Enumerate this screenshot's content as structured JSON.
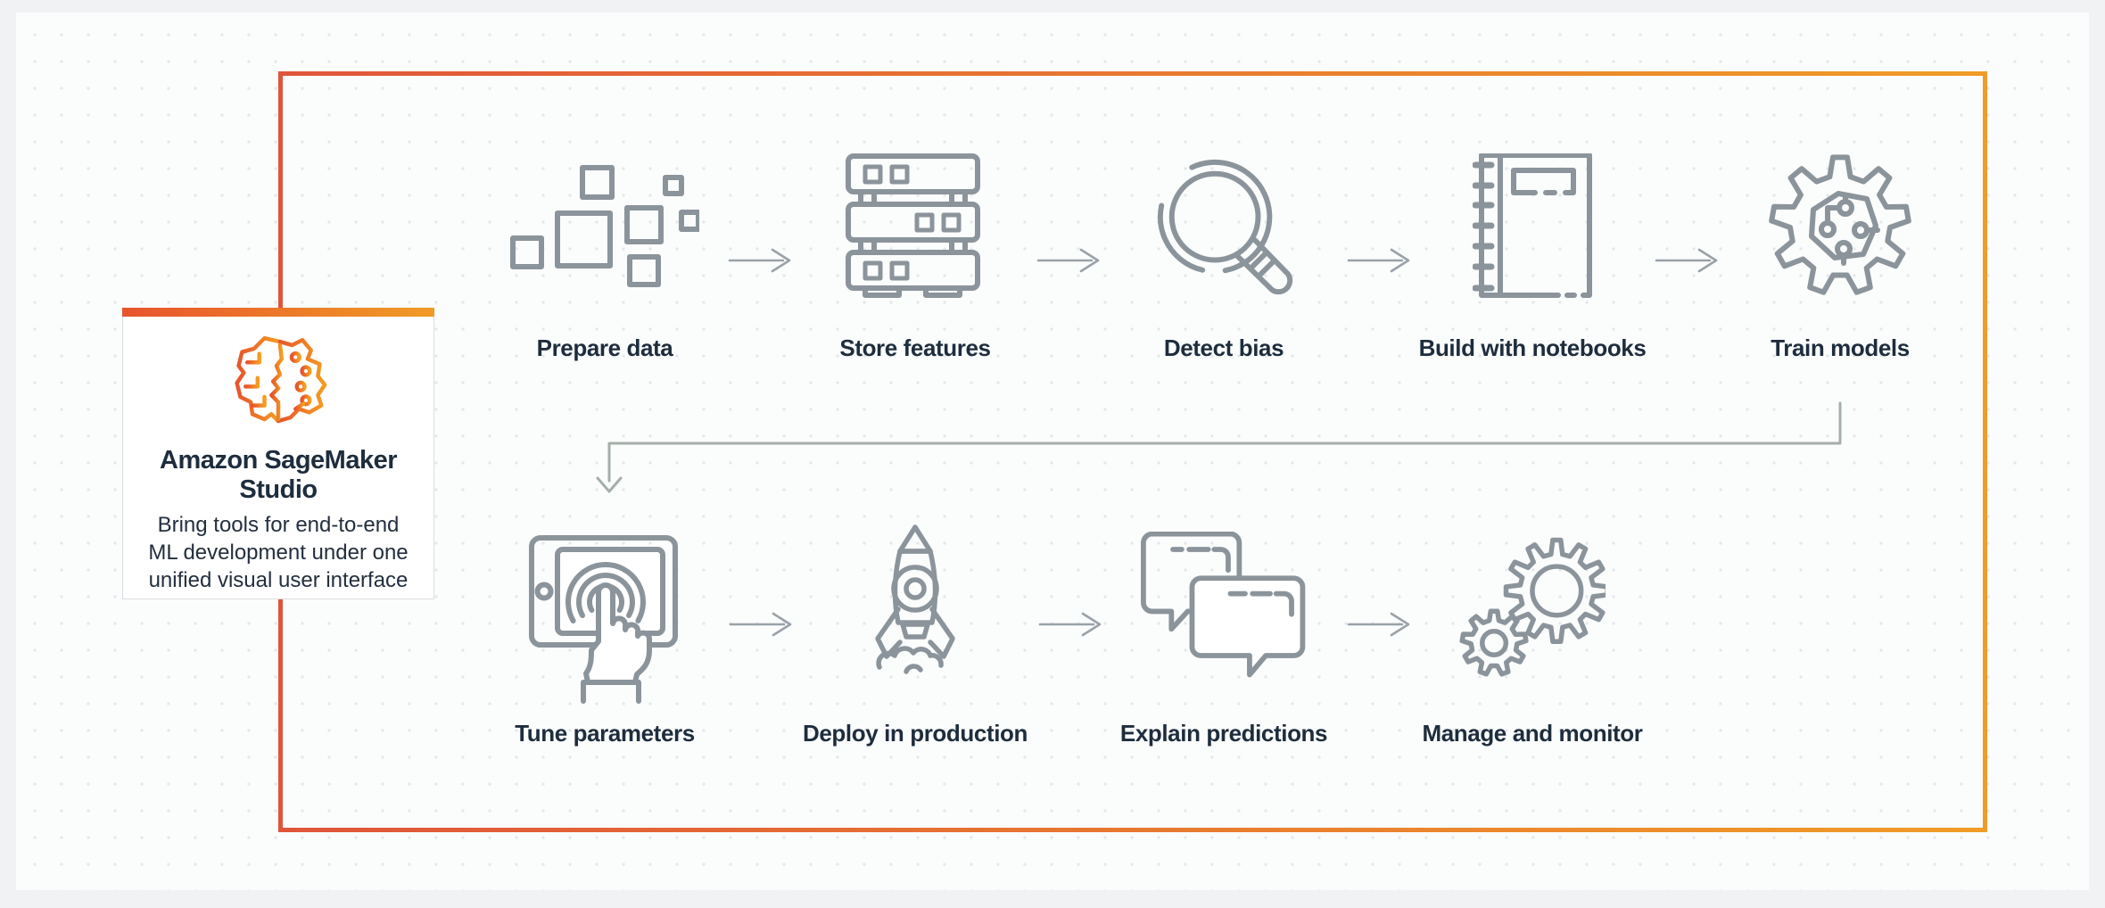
{
  "card": {
    "title": "Amazon SageMaker Studio",
    "description_lines": [
      "Bring tools for end-to-end",
      "ML development under one",
      "unified visual user interface"
    ]
  },
  "workflow": {
    "top_row": [
      {
        "label": "Prepare data",
        "icon": "scattered-squares-icon"
      },
      {
        "label": "Store features",
        "icon": "server-stack-icon"
      },
      {
        "label": "Detect bias",
        "icon": "magnifier-icon"
      },
      {
        "label": "Build with notebooks",
        "icon": "notebook-icon"
      },
      {
        "label": "Train models",
        "icon": "gear-circuit-icon"
      }
    ],
    "bottom_row": [
      {
        "label": "Tune parameters",
        "icon": "touch-tablet-icon"
      },
      {
        "label": "Deploy in production",
        "icon": "rocket-icon"
      },
      {
        "label": "Explain predictions",
        "icon": "chat-bubbles-icon"
      },
      {
        "label": "Manage and monitor",
        "icon": "gears-icon"
      }
    ]
  },
  "colors": {
    "frame_gradient_start": "#e0553a",
    "frame_gradient_end": "#f09c27",
    "card_bar_gradient_start": "#e8542d",
    "card_bar_gradient_end": "#f09b26",
    "brain_gradient_start": "#e7532d",
    "brain_gradient_end": "#f59d20",
    "icon_gray": "#8b949b",
    "arrow_gray": "#9aa2a8",
    "connector_gray": "#a5afa9",
    "label_navy": "#1e2d3d"
  }
}
